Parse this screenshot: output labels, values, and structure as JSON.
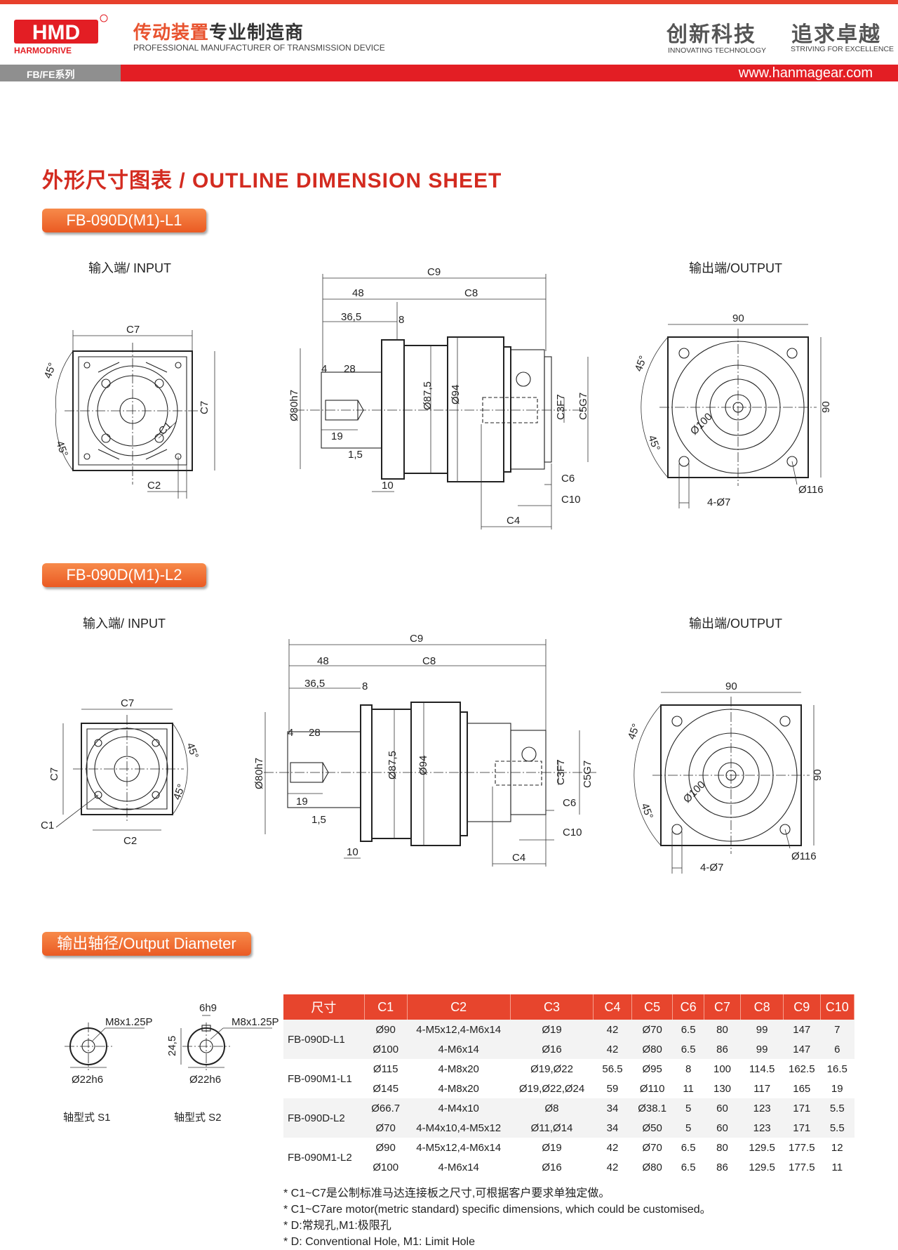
{
  "header": {
    "brand": "HMD",
    "brand_sub": "HARMODRIVE",
    "tagline_cn_1": "传动装置",
    "tagline_cn_2": "专业制造商",
    "tagline_en": "PROFESSIONAL MANUFACTURER OF TRANSMISSION DEVICE",
    "slogan_cn_1": "创新科技",
    "slogan_en_1": "INNOVATING TECHNOLOGY",
    "slogan_cn_2": "追求卓越",
    "slogan_en_2": "STRIVING FOR EXCELLENCE",
    "series": "FB/FE系列",
    "website": "www.hanmagear.com"
  },
  "title": "外形尺寸图表 / OUTLINE DIMENSION SHEET",
  "section1": {
    "model": "FB-090D(M1)-L1",
    "input_label": "输入端/ INPUT",
    "output_label": "输出端/OUTPUT"
  },
  "section2": {
    "model": "FB-090D(M1)-L2",
    "input_label": "输入端/ INPUT",
    "output_label": "输出端/OUTPUT"
  },
  "dims": {
    "c1": "C1",
    "c2": "C2",
    "c3": "C3F7",
    "c4": "C4",
    "c5": "C5G7",
    "c6": "C6",
    "c7": "C7",
    "c8": "C8",
    "c9": "C9",
    "c10": "C10",
    "d48": "48",
    "d36": "36,5",
    "d8": "8",
    "d4": "4",
    "d28": "28",
    "d19": "19",
    "d15": "1,5",
    "d10": "10",
    "d80": "Ø80h7",
    "d875": "Ø87,5",
    "d94": "Ø94",
    "d90": "90",
    "d100": "Ø100",
    "d116": "Ø116",
    "holes": "4-Ø7",
    "a45": "45°"
  },
  "output_section": {
    "title": "输出轴径/Output Diameter",
    "s1_label": "轴型式 S1",
    "s2_label": "轴型式 S2",
    "thread": "M8x1.25P",
    "diameter": "Ø22h6",
    "key": "6h9",
    "height": "24,5"
  },
  "table": {
    "headers": [
      "尺寸",
      "C1",
      "C2",
      "C3",
      "C4",
      "C5",
      "C6",
      "C7",
      "C8",
      "C9",
      "C10"
    ],
    "groups": [
      {
        "model": "FB-090D-L1",
        "rows": [
          [
            "Ø90",
            "4-M5x12,4-M6x14",
            "Ø19",
            "42",
            "Ø70",
            "6.5",
            "80",
            "99",
            "147",
            "7"
          ],
          [
            "Ø100",
            "4-M6x14",
            "Ø16",
            "42",
            "Ø80",
            "6.5",
            "86",
            "99",
            "147",
            "6"
          ]
        ]
      },
      {
        "model": "FB-090M1-L1",
        "rows": [
          [
            "Ø115",
            "4-M8x20",
            "Ø19,Ø22",
            "56.5",
            "Ø95",
            "8",
            "100",
            "114.5",
            "162.5",
            "16.5"
          ],
          [
            "Ø145",
            "4-M8x20",
            "Ø19,Ø22,Ø24",
            "59",
            "Ø110",
            "11",
            "130",
            "117",
            "165",
            "19"
          ]
        ]
      },
      {
        "model": "FB-090D-L2",
        "rows": [
          [
            "Ø66.7",
            "4-M4x10",
            "Ø8",
            "34",
            "Ø38.1",
            "5",
            "60",
            "123",
            "171",
            "5.5"
          ],
          [
            "Ø70",
            "4-M4x10,4-M5x12",
            "Ø11,Ø14",
            "34",
            "Ø50",
            "5",
            "60",
            "123",
            "171",
            "5.5"
          ]
        ]
      },
      {
        "model": "FB-090M1-L2",
        "rows": [
          [
            "Ø90",
            "4-M5x12,4-M6x14",
            "Ø19",
            "42",
            "Ø70",
            "6.5",
            "80",
            "129.5",
            "177.5",
            "12"
          ],
          [
            "Ø100",
            "4-M6x14",
            "Ø16",
            "42",
            "Ø80",
            "6.5",
            "86",
            "129.5",
            "177.5",
            "11"
          ]
        ]
      }
    ]
  },
  "notes": [
    "* C1~C7是公制标准马达连接板之尺寸,可根据客户要求单独定做。",
    "* C1~C7are motor(metric standard)  specific dimensions, which could be customised。",
    "* D:常规孔,M1:极限孔",
    "* D: Conventional Hole, M1: Limit Hole"
  ]
}
